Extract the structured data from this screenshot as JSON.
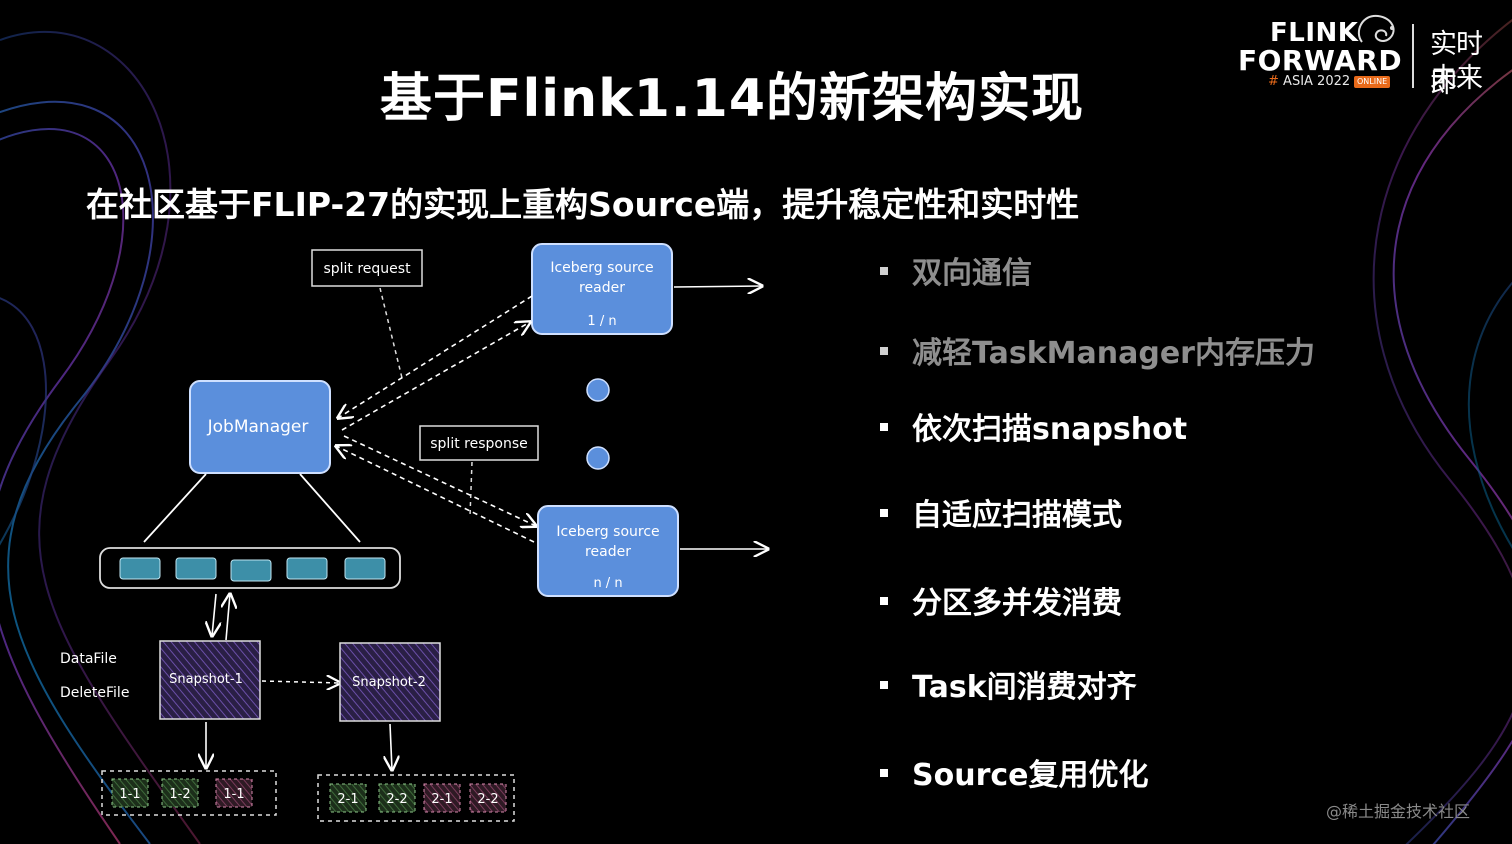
{
  "title": "基于Flink1.14的新架构实现",
  "subtitle": "在社区基于FLIP-27的实现上重构Source端，提升稳定性和实时性",
  "logo": {
    "line1": "FLINK",
    "line2": "FORWARD",
    "hash": "#",
    "edition": "ASIA 2022",
    "badge": "ONLINE",
    "slogan_line1": "实时即",
    "slogan_line2": "未来"
  },
  "diagram": {
    "job_manager": "JobManager",
    "split_request": "split request",
    "split_response": "split response",
    "reader_1": {
      "line1": "Iceberg source",
      "line2": "reader",
      "index": "1 / n"
    },
    "reader_n": {
      "line1": "Iceberg source",
      "line2": "reader",
      "index": "n / n"
    },
    "datafile": "DataFile",
    "deletefile": "DeleteFile",
    "snapshot_1": "Snapshot-1",
    "snapshot_2": "Snapshot-2",
    "files_1": [
      "1-1",
      "1-2",
      "1-1"
    ],
    "files_2": [
      "2-1",
      "2-2",
      "2-1",
      "2-2"
    ],
    "colors": {
      "box_fill": "#5b8fdc",
      "queue_item": "#3d8fa8",
      "snapshot_fill": "#4a3570",
      "file_green": "#3e6a3a",
      "file_pink": "#7a3a5a"
    }
  },
  "bullets": [
    {
      "text": "双向通信",
      "dim": true
    },
    {
      "text": "减轻TaskManager内存压力",
      "dim": true
    },
    {
      "text": "依次扫描snapshot",
      "dim": false
    },
    {
      "text": "自适应扫描模式",
      "dim": false
    },
    {
      "text": "分区多并发消费",
      "dim": false
    },
    {
      "text": "Task间消费对齐",
      "dim": false
    },
    {
      "text": "Source复用优化",
      "dim": false
    }
  ],
  "watermark": "@稀土掘金技术社区"
}
